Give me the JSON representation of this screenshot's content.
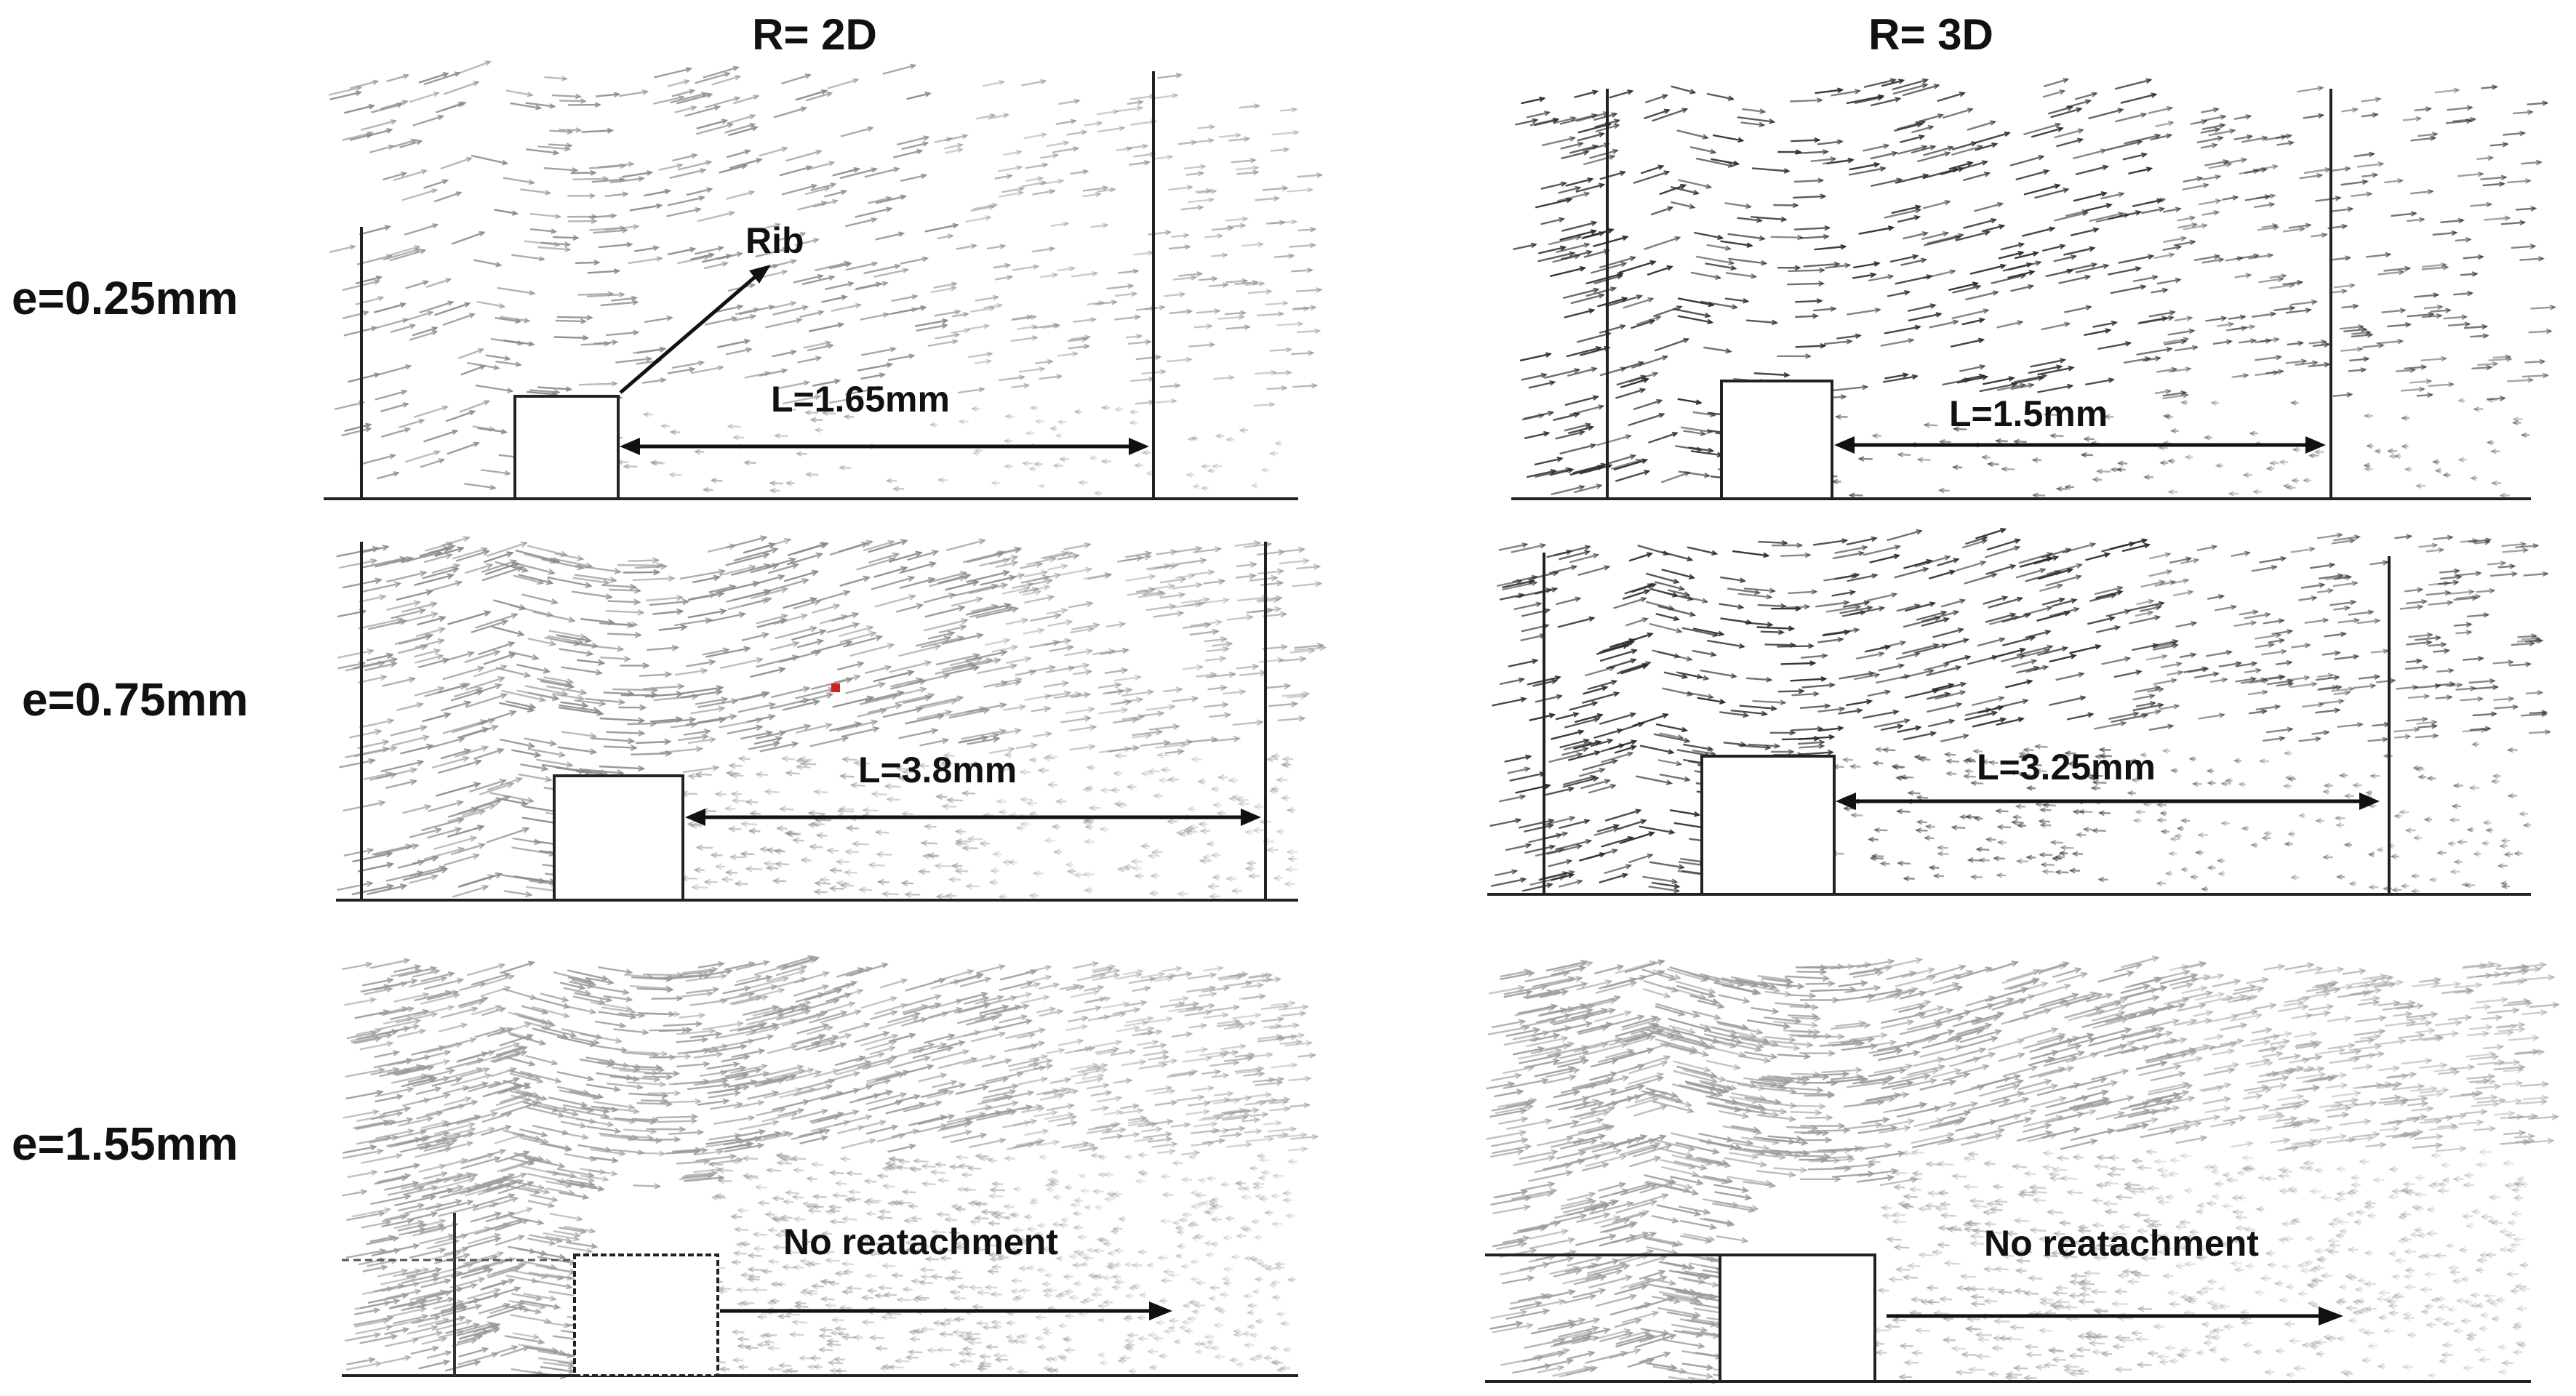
{
  "columns": [
    {
      "title": "R= 2D"
    },
    {
      "title": "R= 3D"
    }
  ],
  "rows": [
    {
      "label": "e=0.25mm"
    },
    {
      "label": "e=0.75mm"
    },
    {
      "label": "e=1.55mm"
    }
  ],
  "panels": [
    {
      "column": "R= 2D",
      "row": "e=0.25mm",
      "reattachment_label": "L=1.65mm",
      "rib_label": "Rib",
      "vector_shade": "#8a8a8a"
    },
    {
      "column": "R= 3D",
      "row": "e=0.25mm",
      "reattachment_label": "L=1.5mm",
      "vector_shade": "#2a2a2a"
    },
    {
      "column": "R= 2D",
      "row": "e=0.75mm",
      "reattachment_label": "L=3.8mm",
      "vector_shade": "#8a8a8a"
    },
    {
      "column": "R= 3D",
      "row": "e=0.75mm",
      "reattachment_label": "L=3.25mm",
      "vector_shade": "#2a2a2a"
    },
    {
      "column": "R= 2D",
      "row": "e=1.55mm",
      "reattachment_label": "No reatachment",
      "vector_shade": "#9a9a9a"
    },
    {
      "column": "R= 3D",
      "row": "e=1.55mm",
      "reattachment_label": "No reatachment",
      "vector_shade": "#9a9a9a"
    }
  ],
  "colors": {
    "line": "#111111",
    "rib_fill": "#ffffff",
    "marker": "#cc2222"
  }
}
